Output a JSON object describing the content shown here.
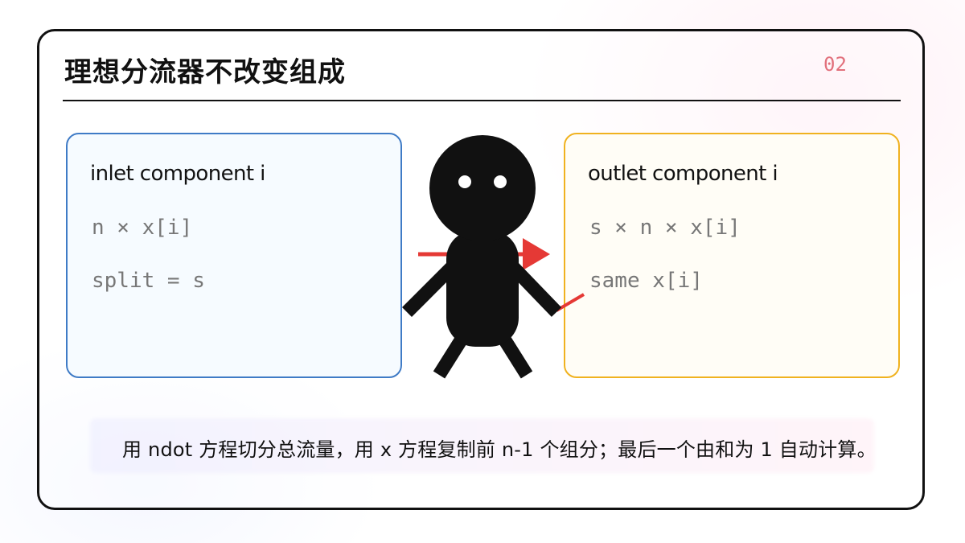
{
  "slide": {
    "title": "理想分流器不改变组成",
    "number": "02"
  },
  "inlet": {
    "title": "inlet component i",
    "line1": "n × x[i]",
    "line2": "split = s"
  },
  "outlet": {
    "title": "outlet component i",
    "line1": "s × n × x[i]",
    "line2": "same x[i]"
  },
  "note": "用 ndot 方程切分总流量，用 x 方程复制前 n-1 个组分；最后一个由和为 1 自动计算。",
  "colors": {
    "inlet_border": "#3f7bc6",
    "outlet_border": "#f0b21f",
    "arrow": "#e53935",
    "slide_number": "#e2707c",
    "figure": "#111111"
  },
  "icons": {
    "center_figure": "stick-figure-icon",
    "flow_arrow": "right-arrow-icon"
  }
}
